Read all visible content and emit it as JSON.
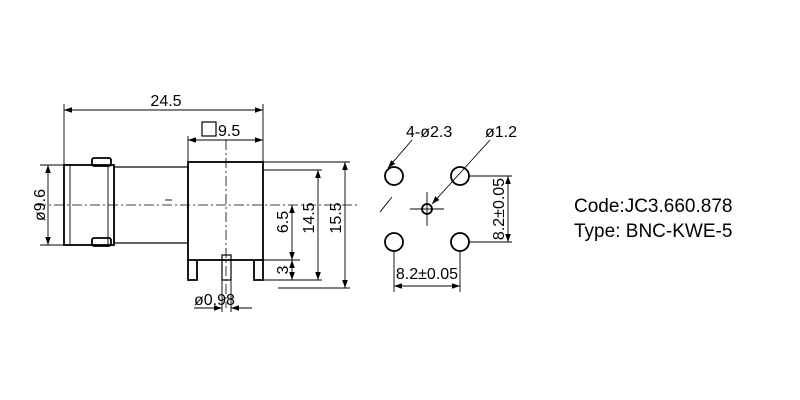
{
  "product": {
    "code_label": "Code:",
    "code": "JC3.660.878",
    "type_label": "Type:",
    "type": "BNC-KWE-5"
  },
  "dimensions": {
    "overall_length": "24.5",
    "square_flange": "9.5",
    "square_symbol": "□",
    "body_diameter": "ø9.6",
    "height_center": "6.5",
    "height_mid": "14.5",
    "height_total": "15.5",
    "pin_stub": "3",
    "pin_diameter": "ø0.98",
    "holes_large": "4-ø2.3",
    "hole_center": "ø1.2",
    "pitch_horizontal": "8.2±0.05",
    "pitch_vertical": "8.2±0.05"
  }
}
